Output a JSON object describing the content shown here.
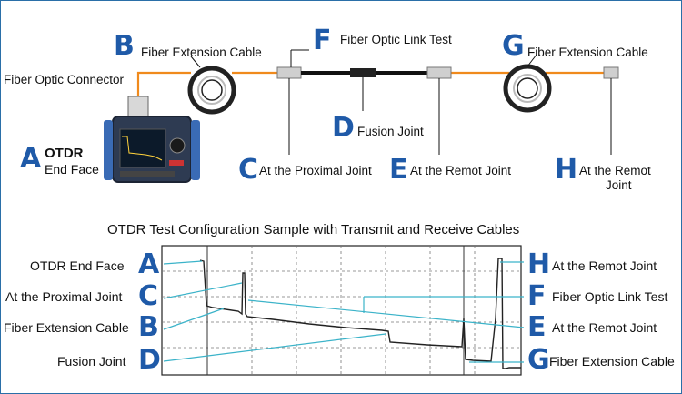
{
  "colors": {
    "accent": "#1f5aa8",
    "fiber": "#f08a1c",
    "link": "#111111",
    "callout": "#3bb3c9"
  },
  "top": {
    "otdr": {
      "letter": "A",
      "line1": "OTDR",
      "line2": "End Face"
    },
    "connector_label": "Fiber Optic Connector",
    "b": {
      "letter": "B",
      "label": "Fiber Extension Cable"
    },
    "f": {
      "letter": "F",
      "label": "Fiber Optic Link Test"
    },
    "g": {
      "letter": "G",
      "label": "Fiber Extension Cable"
    },
    "d": {
      "letter": "D",
      "label": "Fusion Joint"
    },
    "c": {
      "letter": "C",
      "label": "At the Proximal Joint"
    },
    "e": {
      "letter": "E",
      "label": "At the Remot Joint"
    },
    "h": {
      "letter": "H",
      "line1": "At the Remot",
      "line2": "Joint"
    }
  },
  "title": "OTDR Test Configuration Sample  with Transmit and Receive Cables",
  "left_labels": [
    {
      "letter": "A",
      "label": "OTDR End Face"
    },
    {
      "letter": "C",
      "label": "At the Proximal Joint"
    },
    {
      "letter": "B",
      "label": "Fiber Extension Cable"
    },
    {
      "letter": "D",
      "label": "Fusion Joint"
    }
  ],
  "right_labels": [
    {
      "letter": "H",
      "label": "At the Remot Joint"
    },
    {
      "letter": "F",
      "label": "Fiber Optic Link Test"
    },
    {
      "letter": "E",
      "label": "At the Remot Joint"
    },
    {
      "letter": "G",
      "label": "Fiber Extension Cable"
    }
  ]
}
